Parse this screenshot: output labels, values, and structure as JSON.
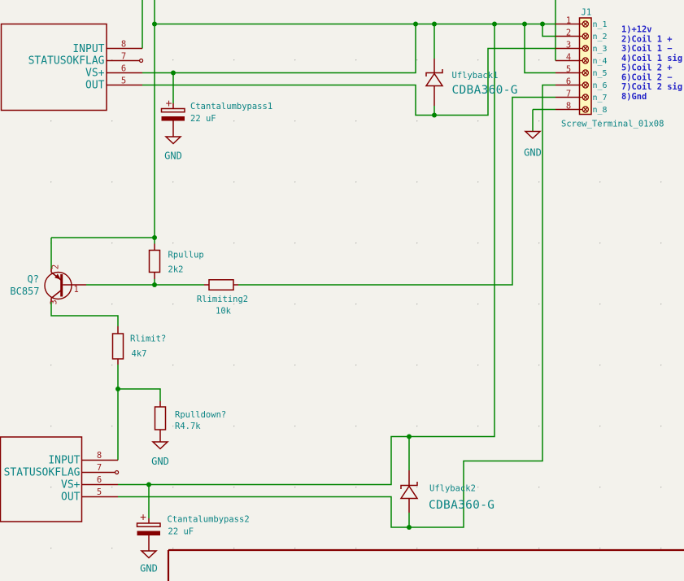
{
  "colors": {
    "wire": "#008400",
    "component": "#840000",
    "field": "#0c8484",
    "annotation": "#2323c8",
    "connector_fill": "#fdf8bd",
    "background": "#f3f2ec"
  },
  "driver1": {
    "pins": [
      "INPUT",
      "STATUSOKFLAG",
      "VS+",
      "OUT"
    ],
    "numbers": [
      "8",
      "7",
      "6",
      "5"
    ]
  },
  "driver2": {
    "pins": [
      "INPUT",
      "STATUSOKFLAG",
      "VS+",
      "OUT"
    ],
    "numbers": [
      "8",
      "7",
      "6",
      "5"
    ]
  },
  "c1": {
    "ref": "Ctantalumbypass1",
    "val": "22 uF",
    "polarity": "+",
    "gnd": "GND"
  },
  "c2": {
    "ref": "Ctantalumbypass2",
    "val": "22 uF",
    "polarity": "+",
    "gnd": "GND"
  },
  "d1": {
    "ref": "Uflyback1",
    "val": "CDBA360-G"
  },
  "d2": {
    "ref": "Uflyback2",
    "val": "CDBA360-G"
  },
  "q1": {
    "ref": "Q?",
    "val": "BC857",
    "pin1": "1",
    "pin2": "2",
    "pin3": "3"
  },
  "r1": {
    "ref": "Rpullup",
    "val": "2k2"
  },
  "r2": {
    "ref": "Rlimiting2",
    "val": "10k"
  },
  "r3": {
    "ref": "Rlimit?",
    "val": "4k7"
  },
  "r4": {
    "ref": "Rpulldown?",
    "val": "R4.7k",
    "gnd": "GND"
  },
  "j1": {
    "ref": "J1",
    "footprint": "Screw_Terminal_01x08",
    "gnd": "GND",
    "numbers": [
      "1",
      "2",
      "3",
      "4",
      "5",
      "6",
      "7",
      "8"
    ],
    "names": [
      "n_1",
      "n_2",
      "n_3",
      "n_4",
      "n_5",
      "n_6",
      "n_7",
      "n_8"
    ]
  },
  "notes": [
    "1)+12v",
    "2)Coil 1 +",
    "3)Coil 1 −",
    "4)Coil 1 sig",
    "5)Coil 2 +",
    "6)Coil 2 −",
    "7)Coil 2 sig",
    "8)Gnd"
  ]
}
